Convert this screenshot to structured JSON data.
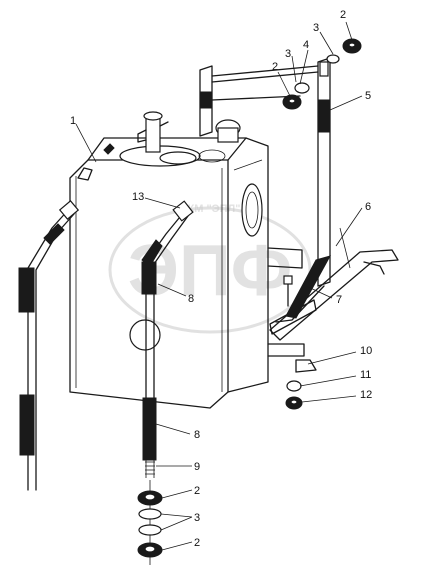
{
  "watermark": {
    "top_text": "ЦКМ \"ЭПЛ\"",
    "letters": "ЭПФ"
  },
  "callouts": [
    {
      "id": "c1",
      "label": "1"
    },
    {
      "id": "c2a",
      "label": "2"
    },
    {
      "id": "c3a",
      "label": "3"
    },
    {
      "id": "c4",
      "label": "4"
    },
    {
      "id": "c3b",
      "label": "3"
    },
    {
      "id": "c2b",
      "label": "2"
    },
    {
      "id": "c5",
      "label": "5"
    },
    {
      "id": "c6",
      "label": "6"
    },
    {
      "id": "c13",
      "label": "13"
    },
    {
      "id": "c8a",
      "label": "8"
    },
    {
      "id": "c7",
      "label": "7"
    },
    {
      "id": "c10",
      "label": "10"
    },
    {
      "id": "c11",
      "label": "11"
    },
    {
      "id": "c12",
      "label": "12"
    },
    {
      "id": "c8b",
      "label": "8"
    },
    {
      "id": "c9",
      "label": "9"
    },
    {
      "id": "c2c",
      "label": "2"
    },
    {
      "id": "c3c",
      "label": "3"
    },
    {
      "id": "c2d",
      "label": "2"
    }
  ]
}
